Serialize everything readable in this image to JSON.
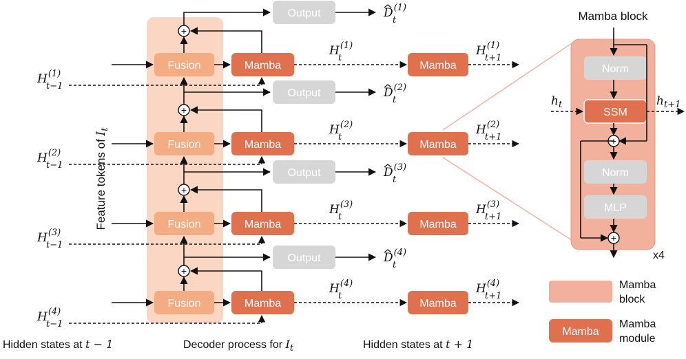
{
  "labels": {
    "fusion": "Fusion",
    "mamba": "Mamba",
    "output": "Output",
    "norm": "Norm",
    "ssm": "SSM",
    "mlp": "MLP",
    "plus": "+",
    "mamba_block_title": "Mamba block",
    "repeat": "x4",
    "feature_tokens": "Feature tokens of",
    "feature_tokens_var": "I",
    "feature_tokens_sub": "t",
    "h_in": "h",
    "h_in_sub": "t",
    "h_out": "h",
    "h_out_sub": "t+1"
  },
  "layers": [
    {
      "prev_var": "H",
      "prev_sup": "(1)",
      "prev_sub": "t−1",
      "cur_var": "H",
      "cur_sup": "(1)",
      "cur_sub": "t",
      "next_var": "H",
      "next_sup": "(1)",
      "next_sub": "t+1",
      "out_var": "D",
      "out_sup": "(1)",
      "out_sub": "t"
    },
    {
      "prev_var": "H",
      "prev_sup": "(2)",
      "prev_sub": "t−1",
      "cur_var": "H",
      "cur_sup": "(2)",
      "cur_sub": "t",
      "next_var": "H",
      "next_sup": "(2)",
      "next_sub": "t+1",
      "out_var": "D",
      "out_sup": "(2)",
      "out_sub": "t"
    },
    {
      "prev_var": "H",
      "prev_sup": "(3)",
      "prev_sub": "t−1",
      "cur_var": "H",
      "cur_sup": "(3)",
      "cur_sub": "t",
      "next_var": "H",
      "next_sup": "(3)",
      "next_sub": "t+1",
      "out_var": "D",
      "out_sup": "(3)",
      "out_sub": "t"
    },
    {
      "prev_var": "H",
      "prev_sup": "(4)",
      "prev_sub": "t−1",
      "cur_var": "H",
      "cur_sup": "(4)",
      "cur_sub": "t",
      "next_var": "H",
      "next_sup": "(4)",
      "next_sub": "t+1",
      "out_var": "D",
      "out_sup": "(4)",
      "out_sub": "t"
    }
  ],
  "captions": {
    "left_text": "Hidden states at",
    "left_math": "t − 1",
    "middle_text": "Decoder process for",
    "middle_var": "I",
    "middle_sub": "t",
    "right_text": "Hidden states at",
    "right_math": "t + 1"
  },
  "legend": {
    "block_label_line1": "Mamba",
    "block_label_line2": "block",
    "module_box_label": "Mamba",
    "module_label_line1": "Mamba",
    "module_label_line2": "module"
  },
  "colors": {
    "fusion": "#f4ad82",
    "mamba": "#e0714e",
    "output_gray": "#d6d6d6",
    "panel_light": "#fad6c3",
    "block_panel": "#f2b19c",
    "block_outline": "#e89c86",
    "zoom_line": "#f0b6a6",
    "line": "#111111"
  }
}
